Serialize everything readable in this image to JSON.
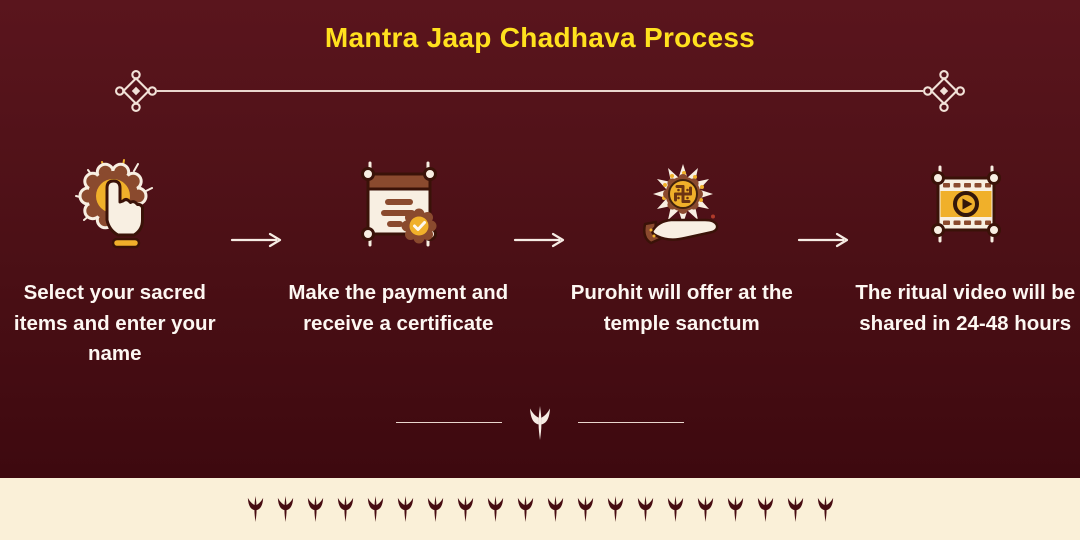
{
  "title": "Mantra Jaap Chadhava Process",
  "steps": [
    {
      "icon": "tap-select-icon",
      "label": "Select your sacred items and enter your name"
    },
    {
      "icon": "payment-certificate-icon",
      "label": "Make the payment and receive a certificate"
    },
    {
      "icon": "offering-hand-icon",
      "label": "Purohit will offer at the temple sanctum"
    },
    {
      "icon": "ritual-video-icon",
      "label": "The ritual video will be shared in 24-48 hours"
    }
  ],
  "footer": {
    "trident_count": 20
  },
  "colors": {
    "background_top": "#5a151d",
    "background_bottom": "#3a070d",
    "title_yellow": "#ffe11e",
    "icon_brown": "#8a4a2e",
    "icon_yellow": "#f0b02a",
    "icon_cream": "#f8efe2",
    "outline_dark": "#3a1208",
    "divider_line": "#f2e2d8",
    "footer_cream": "#faf0d8",
    "footer_trident": "#470c12",
    "text_white": "#fdf7f2"
  }
}
